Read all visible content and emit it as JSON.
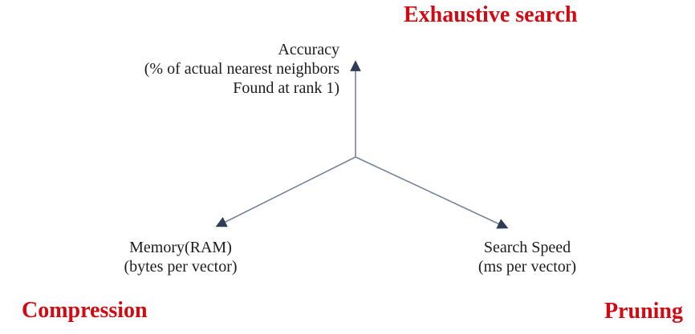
{
  "diagram": {
    "top_label": "Exhaustive search",
    "bottom_left_label": "Compression",
    "bottom_right_label": "Pruning",
    "axes": [
      {
        "name": "accuracy",
        "label": "Accuracy",
        "sublabel_lines": [
          "(% of actual nearest neighbors",
          "Found at rank 1)"
        ],
        "direction": "up"
      },
      {
        "name": "memory",
        "label": "Memory(RAM)",
        "sublabel": "(bytes per vector)",
        "direction": "down-left"
      },
      {
        "name": "search-speed",
        "label": "Search Speed",
        "sublabel": "(ms per vector)",
        "direction": "down-right"
      }
    ]
  },
  "colors": {
    "accent_red": "#d20a12",
    "arrow_shaft": "#77839a",
    "arrow_head": "#2e3c55",
    "text_color": "#1c1c1c",
    "background": "#ffffff"
  }
}
